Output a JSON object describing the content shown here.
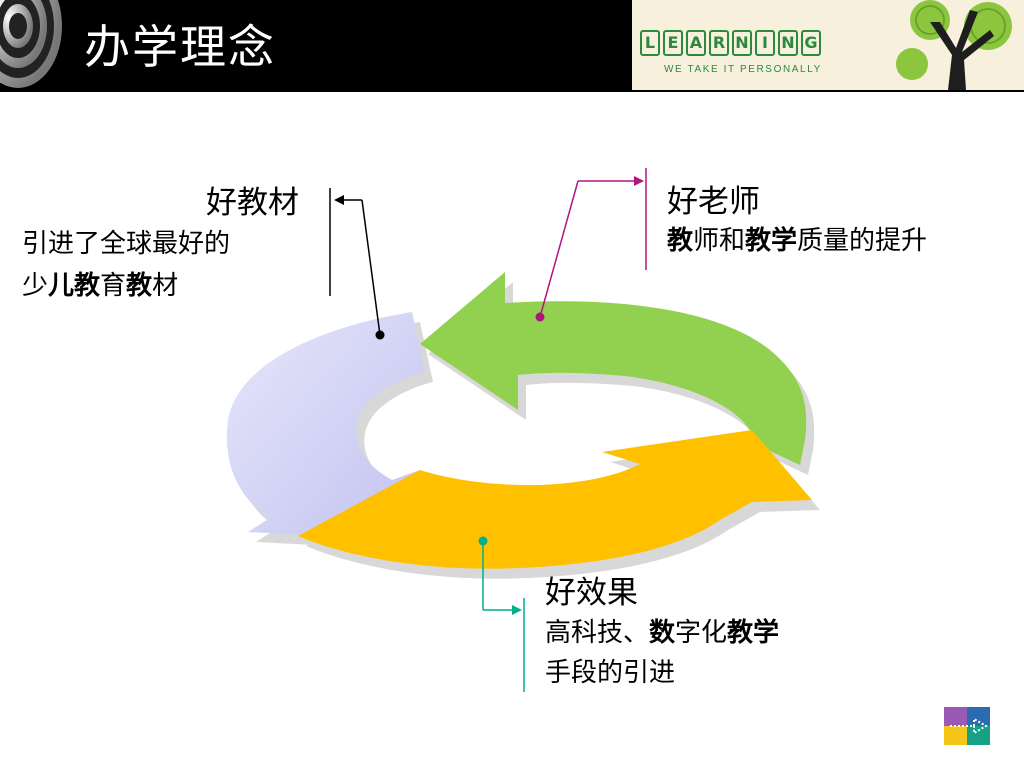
{
  "header": {
    "title": "办学理念"
  },
  "brand": {
    "letters": [
      "L",
      "E",
      "A",
      "R",
      "N",
      "I",
      "N",
      "G"
    ],
    "tagline": "WE TAKE IT PERSONALLY"
  },
  "colors": {
    "header_bg": "#000000",
    "arrow_purple": "#cdcdf5",
    "arrow_green": "#92d050",
    "arrow_orange": "#ffc000",
    "leader_black": "#000000",
    "leader_magenta": "#b0157f",
    "leader_teal": "#00b08a"
  },
  "labels": {
    "materials": {
      "title": "好教材",
      "line1": "引进了全球最好的",
      "line2_prefix": "少",
      "line2_bold": "儿教",
      "line2_mid": "育",
      "line2_bold2": "教",
      "line2_suffix": "材"
    },
    "teachers": {
      "title": "好老师",
      "bold1": "教",
      "part1": "师和",
      "bold2": "教学",
      "part2": "质量的提升"
    },
    "results": {
      "title": "好效果",
      "line1_prefix": "高科技、",
      "line1_bold": "数",
      "line1_mid": "字化",
      "line1_bold2": "教学",
      "line2": "手段的引进"
    }
  },
  "icons": [
    "spiral-logo-icon",
    "tree-logo-icon",
    "cycle-arrows-icon",
    "navigation-corner-icon"
  ]
}
